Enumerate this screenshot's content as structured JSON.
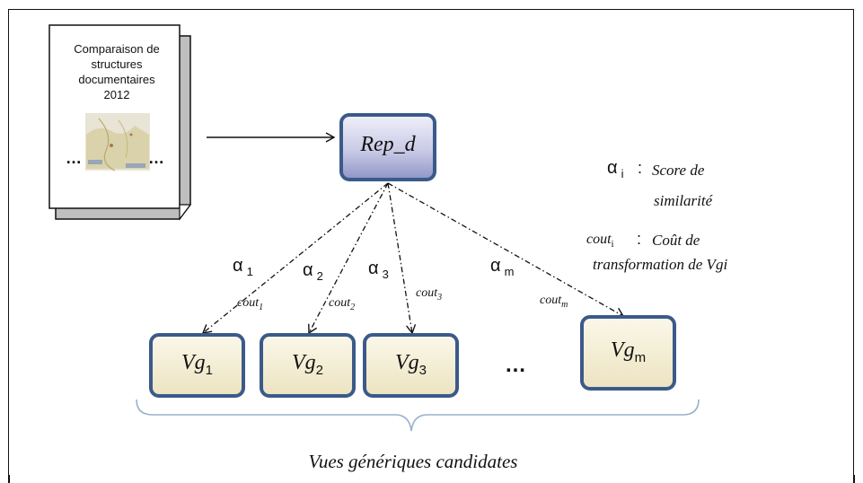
{
  "document": {
    "title_lines": [
      "Comparaison de",
      "structures",
      "documentaires",
      "2012"
    ],
    "ellipsis": "…",
    "thumbnail_icon": "map-thumbnail"
  },
  "root_node": {
    "label": "Rep_d"
  },
  "candidate_nodes": [
    {
      "base": "Vg",
      "sub": "1"
    },
    {
      "base": "Vg",
      "sub": "2"
    },
    {
      "base": "Vg",
      "sub": "3"
    },
    {
      "base": "Vg",
      "sub": "m"
    }
  ],
  "nodes_ellipsis": "…",
  "edges": [
    {
      "alpha_sym": "α",
      "alpha_sub": "1",
      "cost_base": "cout",
      "cost_sub": "1"
    },
    {
      "alpha_sym": "α",
      "alpha_sub": "2",
      "cost_base": "cout",
      "cost_sub": "2"
    },
    {
      "alpha_sym": "α",
      "alpha_sub": "3",
      "cost_base": "cout",
      "cost_sub": "3"
    },
    {
      "alpha_sym": "α",
      "alpha_sub": "m",
      "cost_base": "cout",
      "cost_sub": "m"
    }
  ],
  "legend": {
    "alpha_sym": "α",
    "alpha_sub": "i",
    "alpha_colon": ":",
    "alpha_desc_line1": "Score de",
    "alpha_desc_line2": "similarité",
    "cost_sym": "cout",
    "cost_sub": "i",
    "cost_colon": ":",
    "cost_desc_line1": "Coût de",
    "cost_desc_line2": "transformation de Vgi"
  },
  "caption": "Vues génériques candidates",
  "colors": {
    "node_fill_root_top": "#e6e6f5",
    "node_fill_root_bottom": "#9ea3cf",
    "node_fill_candidate": "#f4efd6",
    "node_border": "#3b5a8a",
    "doc_shadow": "#bfbfbf",
    "brace": "#9ab0cc"
  }
}
